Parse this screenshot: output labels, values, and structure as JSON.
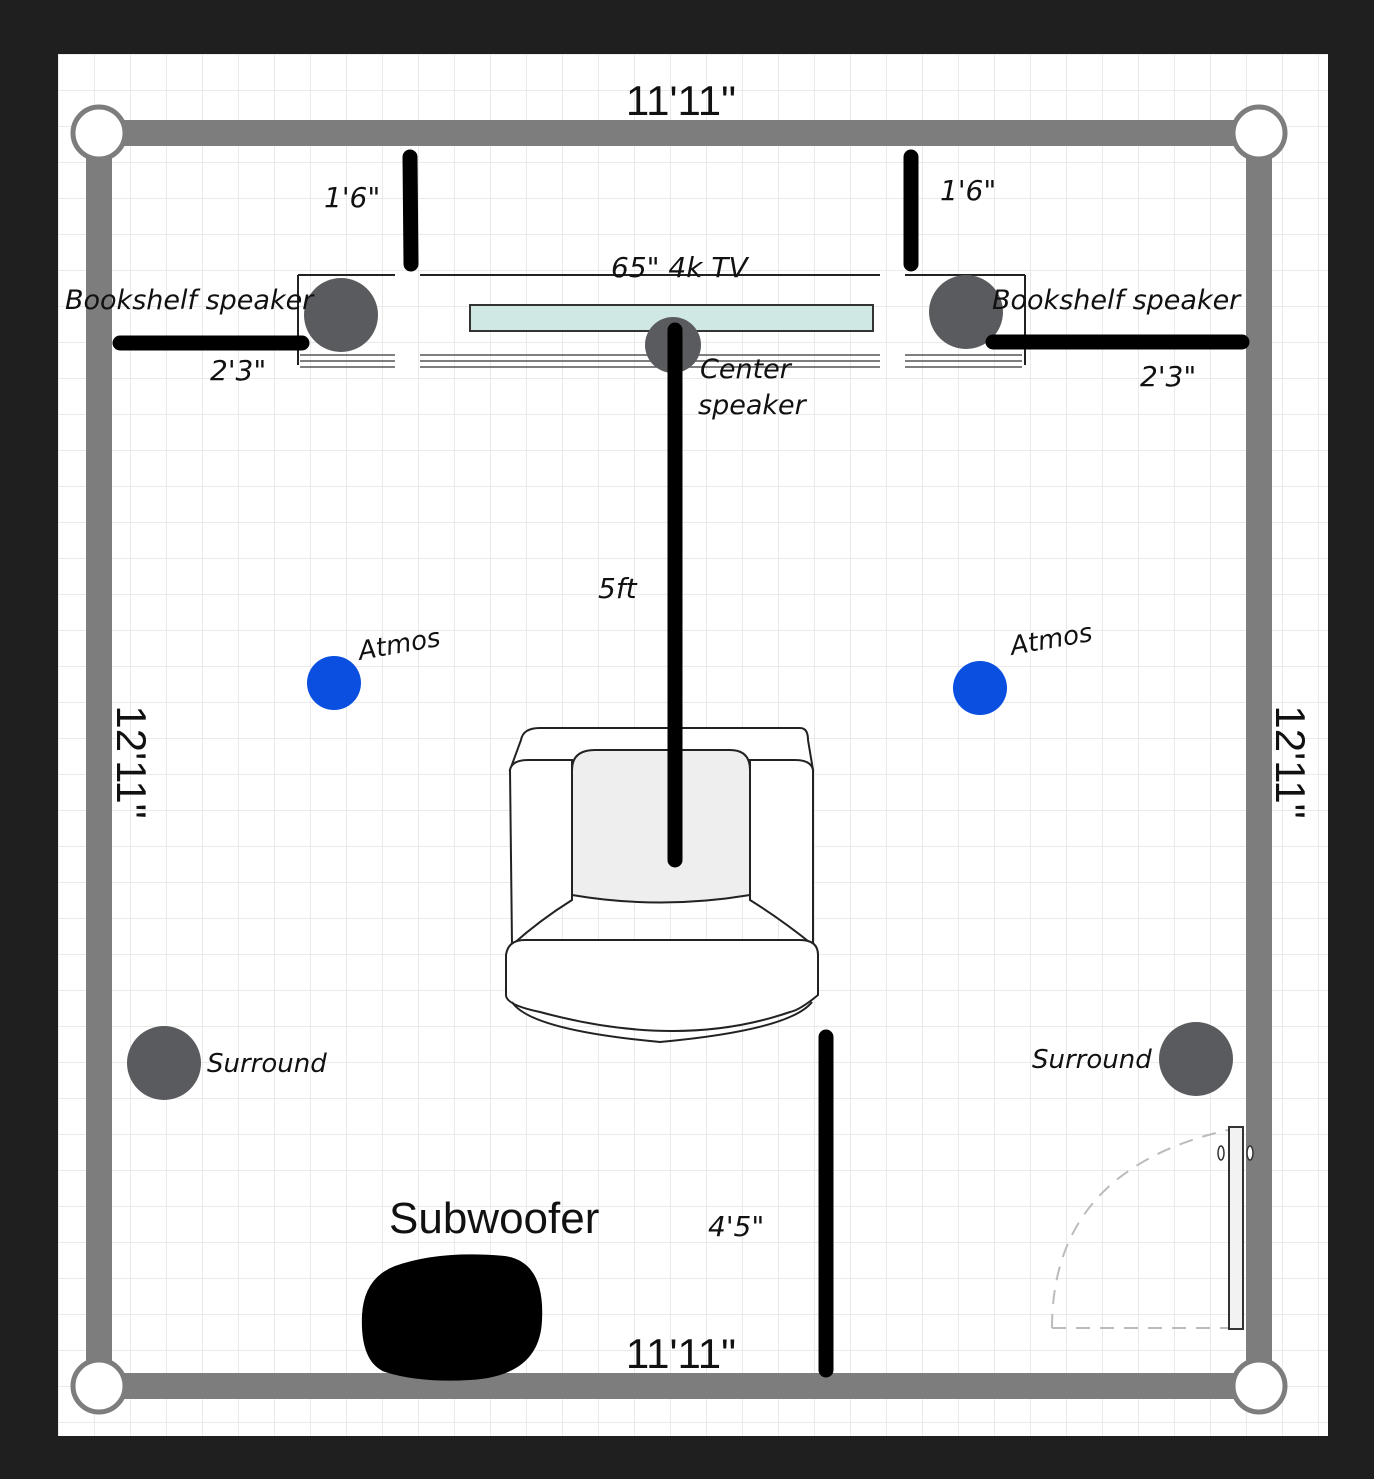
{
  "room": {
    "top_width": "11'11\"",
    "bottom_width": "11'11\"",
    "left_depth": "12'11\"",
    "right_depth": "12'11\""
  },
  "labels": {
    "tv": "65\" 4k TV",
    "bookshelf_left": "Bookshelf speaker",
    "bookshelf_right": "Bookshelf speaker",
    "left_gap": "1'6\"",
    "right_gap": "1'6\"",
    "left_side": "2'3\"",
    "right_side": "2'3\"",
    "center_line1": "Center",
    "center_line2": "speaker",
    "seat_distance": "5ft",
    "atmos_left": "Atmos",
    "atmos_right": "Atmos",
    "surround_left": "Surround",
    "surround_right": "Surround",
    "subwoofer": "Subwoofer",
    "rear_distance": "4'5\""
  },
  "colors": {
    "background": "#1f1f1f",
    "canvas": "#ffffff",
    "grid": "#e4e4e4",
    "wall": "#7d7d7d",
    "speaker": "#5a5b5e",
    "atmos": "#0a4fe0",
    "tv_screen": "#cfe8e4",
    "measure": "#000000"
  }
}
